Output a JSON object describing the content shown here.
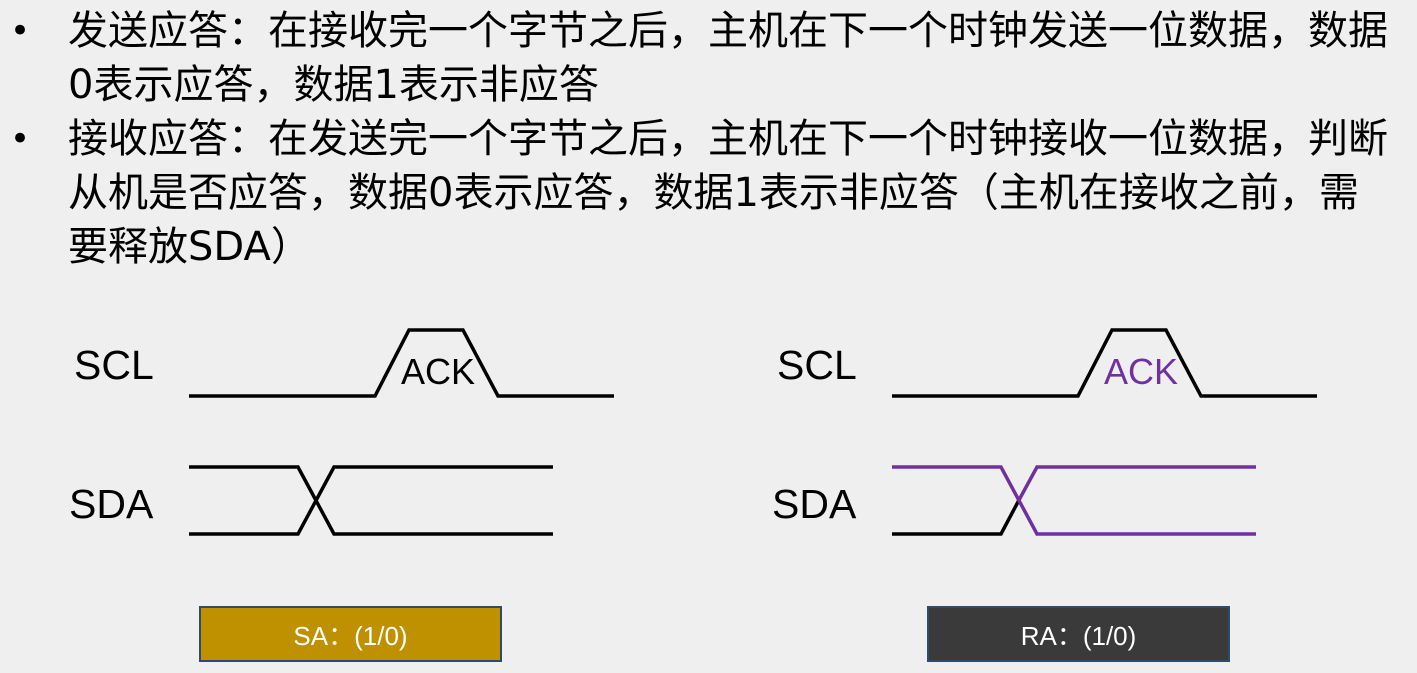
{
  "bullets": [
    {
      "text": "发送应答：在接收完一个字节之后，主机在下一个时钟发送一位数据，数据0表示应答，数据1表示非应答"
    },
    {
      "text": "接收应答：在发送完一个字节之后，主机在下一个时钟接收一位数据，判断从机是否应答，数据0表示应答，数据1表示非应答（主机在接收之前，需要释放SDA）"
    }
  ],
  "bullet_symbol": "•",
  "left_diagram": {
    "scl_label": "SCL",
    "sda_label": "SDA",
    "ack_label": "ACK",
    "ack_color": "#000000",
    "sda_color": "#000000"
  },
  "right_diagram": {
    "scl_label": "SCL",
    "sda_label": "SDA",
    "ack_label": "ACK",
    "ack_color": "#7030a0",
    "sda_color": "#7030a0"
  },
  "boxes": {
    "send_ack": {
      "label": "SA：(1/0)",
      "color": "#bf9000"
    },
    "receive_ack": {
      "label": "RA：(1/0)",
      "color": "#3a3a3a"
    }
  }
}
